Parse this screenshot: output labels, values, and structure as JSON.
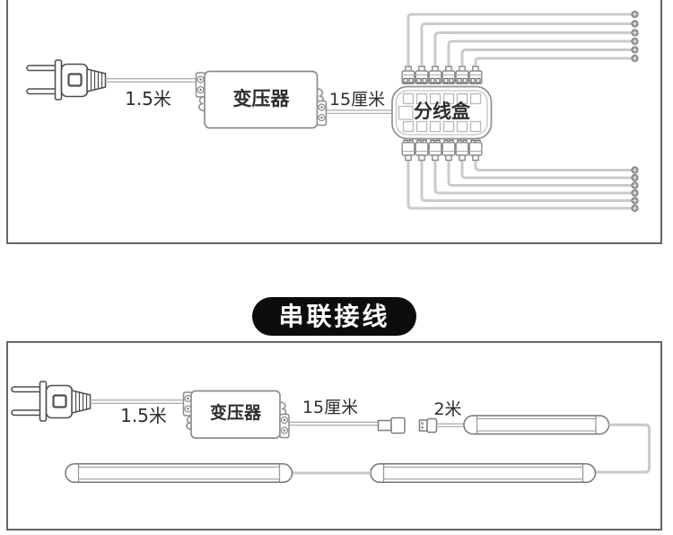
{
  "badge": {
    "label": "串联接线"
  },
  "colors": {
    "panel_border": "#666666",
    "branch_wire": "#cbcbcb",
    "cable_line": "#b0b0b0",
    "component_outline": "#8c8c8c",
    "plug_outline": "#4f4f4f",
    "label_text": "#2e2e2e",
    "badge_bg": "#0c0c0c",
    "badge_text": "#ffffff"
  },
  "parallel_diagram": {
    "plug_cable_length_label": "1.5米",
    "transformer_label": "变压器",
    "transformer_to_box_label": "15厘米",
    "junction_box_label": "分线盒",
    "top_branch_count": 6,
    "bottom_branch_count": 6
  },
  "series_diagram": {
    "plug_cable_length_label": "1.5米",
    "transformer_label": "变压器",
    "transformer_cable_label": "15厘米",
    "connector_to_bar_label": "2米",
    "light_bar_count": 3
  }
}
